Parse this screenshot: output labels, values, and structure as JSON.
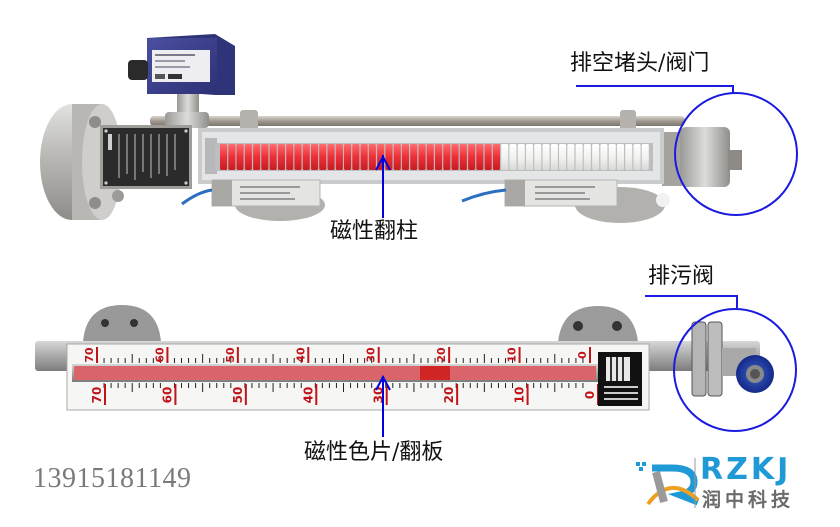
{
  "image": {
    "description": "Magnetic level gauge product illustration with callouts",
    "background": "#ffffff"
  },
  "top_device": {
    "roller_red_color": "#e8333a",
    "roller_white_color": "#f4f4f2",
    "red_roller_count": 34,
    "white_roller_count": 18,
    "callout_vent": {
      "label": "排空堵头/阀门",
      "circle_color": "#1a1ae0"
    },
    "callout_rollers": {
      "label": "磁性翻柱",
      "arrow_color": "#0000e0"
    }
  },
  "bottom_device": {
    "scale_top_labels": [
      "70",
      "60",
      "50",
      "40",
      "30",
      "20",
      "10",
      "0"
    ],
    "scale_bottom_labels": [
      "70",
      "60",
      "50",
      "40",
      "30",
      "20",
      "10",
      "0"
    ],
    "scale_text_color": "#c0141a",
    "indicator_color": "#d9656b",
    "callout_drain": {
      "label": "排污阀",
      "circle_color": "#1a1ae0"
    },
    "callout_flaps": {
      "label": "磁性色片/翻板",
      "arrow_color": "#0000e0"
    }
  },
  "contact": {
    "phone": "13915181149"
  },
  "logo": {
    "mark": "R",
    "brand": "RZKJ",
    "brand_cn": "润中科技",
    "brand_color": "#1f9ad6",
    "cn_color": "#6b6b6b",
    "accent_orange": "#f0a020"
  }
}
